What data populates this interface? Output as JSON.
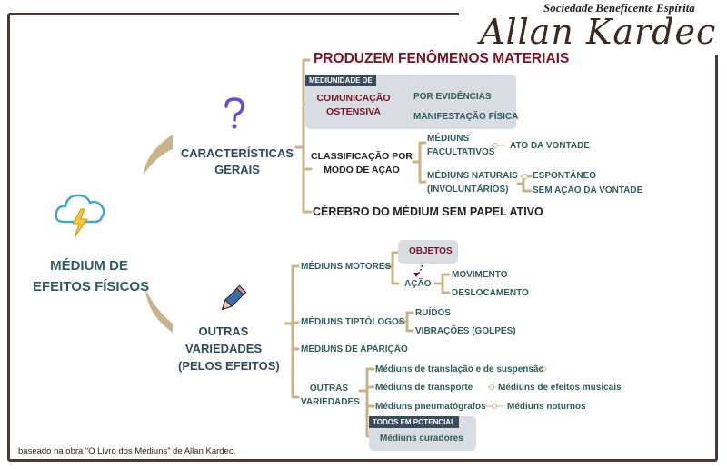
{
  "brand": {
    "society": "Sociedade Beneficente Espírita",
    "signature": "Allan Kardec"
  },
  "center": {
    "title_line1": "MÉDIUM DE",
    "title_line2": "EFEITOS FÍSICOS"
  },
  "caracteristicas": {
    "title_line1": "CARACTERÍSTICAS",
    "title_line2": "GERAIS",
    "produzem": "PRODUZEM FENÔMENOS MATERIAIS",
    "mediunidade_tag": "MEDIUNIDADE DE",
    "comunicacao_line1": "COMUNICAÇÃO",
    "comunicacao_line2": "OSTENSIVA",
    "por_evidencias": "POR EVIDÊNCIAS",
    "manifestacao_fisica": "MANIFESTAÇÃO FÍSICA",
    "classificacao_line1": "CLASSIFICAÇÃO POR",
    "classificacao_line2": "MODO DE AÇÃO",
    "facultativos_line1": "MÉDIUNS",
    "facultativos_line2": "FACULTATIVOS",
    "ato_vontade": "ATO DA VONTADE",
    "naturais_line1": "MÉDIUNS NATURAIS",
    "naturais_line2": "(INVOLUNTÁRIOS)",
    "espontaneo": "ESPONTÂNEO",
    "sem_acao": "SEM AÇÃO DA VONTADE",
    "cerebro": "CÉREBRO DO MÉDIUM SEM PAPEL ATIVO"
  },
  "outras": {
    "title_line1": "OUTRAS",
    "title_line2": "VARIEDADES",
    "title_line3": "(PELOS EFEITOS)",
    "motores": "MÉDIUNS MOTORES",
    "objetos": "OBJETOS",
    "acao": "AÇÃO",
    "movimento": "MOVIMENTO",
    "deslocamento": "DESLOCAMENTO",
    "tiptologos": "MÉDIUNS TIPTÓLOGOS",
    "ruidos": "RUÍDOS",
    "vibracoes": "VIBRAÇÕES (GOLPES)",
    "aparicao": "MÉDIUNS DE APARIÇÃO",
    "outras_line1": "OUTRAS",
    "outras_line2": "VARIEDADES",
    "translacao": "Médiuns de translação e de suspensão",
    "transporte": "Médiuns de transporte",
    "musicais": "Médiuns de efeitos musicais",
    "pneumatografos": "Médiuns pneumatógrafos",
    "noturnos": "Médiuns noturnos",
    "todos_tag": "TODOS EM POTENCIAL",
    "curadores": "Médiuns curadores"
  },
  "footer": "baseado na obra “O Livro dos  Médiuns” de Allan Kardec.",
  "colors": {
    "teal": "#2f5d5a",
    "maroon": "#7a1325",
    "line": "#c8b48a",
    "border": "#4a3a33"
  },
  "icons": [
    "question-icon",
    "storm-cloud-icon",
    "pencil-icon"
  ]
}
